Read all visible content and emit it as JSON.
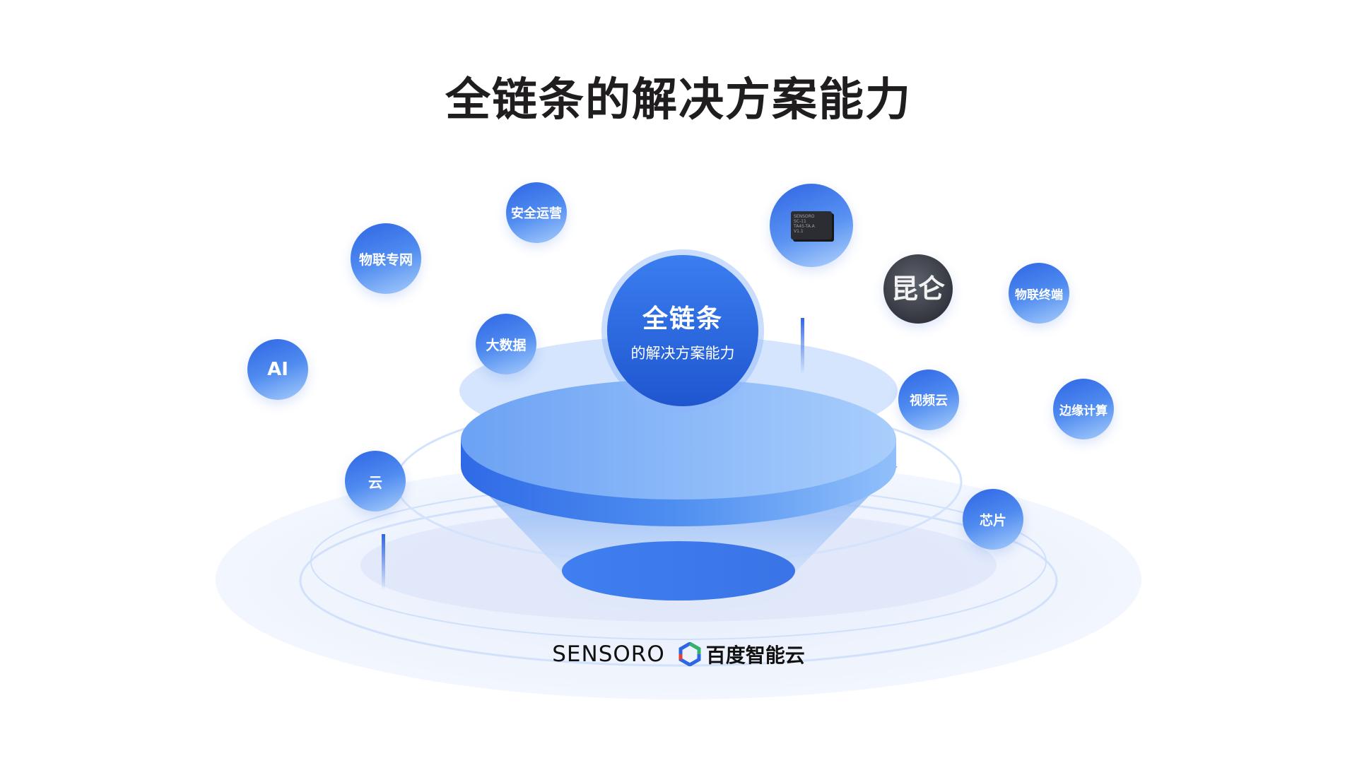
{
  "title": "全链条的解决方案能力",
  "center": {
    "line1": "全链条",
    "line2": "的解决方案能力"
  },
  "nodes": {
    "security_ops": "安全运营",
    "iot_network": "物联专网",
    "ai": "AI",
    "big_data": "大数据",
    "cloud": "云",
    "chip_image_text": "SENSORO\nSC-11\nTA45-TA.A\nV1.1",
    "kunlun": "昆仑",
    "iot_terminal": "物联终端",
    "video_cloud": "视频云",
    "edge_computing": "边缘计算",
    "chip": "芯片"
  },
  "brand": {
    "sensoro": "SENSORO",
    "baidu": "百度智能云"
  },
  "colors": {
    "primary": "#2f66e4",
    "light": "#a8cdfb",
    "title": "#1f1d1d"
  }
}
